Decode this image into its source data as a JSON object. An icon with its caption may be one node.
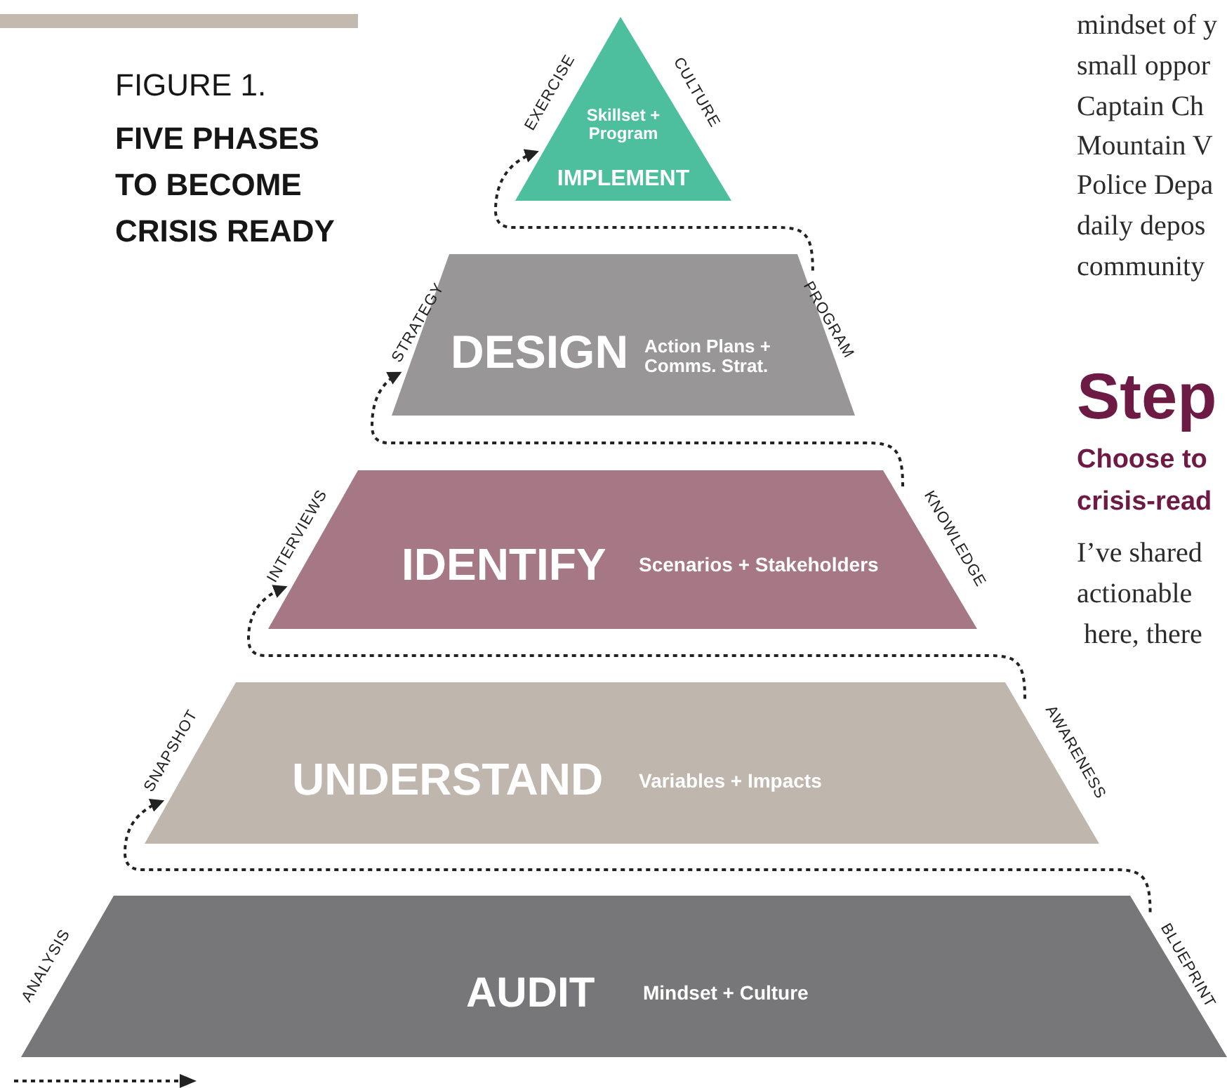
{
  "diagram": {
    "title": "FIVE PHASES TO BECOME CRISIS READY",
    "nodes": [
      {
        "text": [
          "Skillset + Program",
          "IMPLEMENT"
        ],
        "beside": [
          "EXERCISE",
          "CULTURE"
        ]
      },
      {
        "text": [
          "DESIGN",
          "Action Plans + Comms. Strat."
        ],
        "beside": [
          "STRATEGY",
          "PROGRAM"
        ]
      },
      {
        "text": [
          "IDENTIFY",
          "Scenarios + Stakeholders"
        ],
        "beside": [
          "INTERVIEWS",
          "KNOWLEDGE"
        ]
      },
      {
        "text": [
          "UNDERSTAND",
          "Variables + Impacts"
        ],
        "beside": [
          "SNAPSHOT",
          "AWARENESS"
        ]
      },
      {
        "text": [
          "AUDIT",
          "Mindset + Culture"
        ],
        "beside": [
          "ANALYSIS",
          "BLUEPRINT"
        ]
      }
    ],
    "edges": [
      {
        "from": 4,
        "to": 3,
        "arrow": "to",
        "style": "dashed"
      },
      {
        "from": 3,
        "to": 2,
        "arrow": "to",
        "style": "dashed"
      },
      {
        "from": 2,
        "to": 1,
        "arrow": "to",
        "style": "dashed"
      },
      {
        "from": 1,
        "to": 0,
        "arrow": "to",
        "style": "dashed"
      }
    ],
    "labels": [
      "FIGURE 1.",
      "mindset of y",
      "small oppor",
      "Captain Ch",
      "Mountain V",
      "Police Depa",
      "daily depos",
      "community",
      "Step",
      "Choose to",
      "crisis-read",
      "I’ve shared",
      "actionable",
      "here, there"
    ]
  }
}
